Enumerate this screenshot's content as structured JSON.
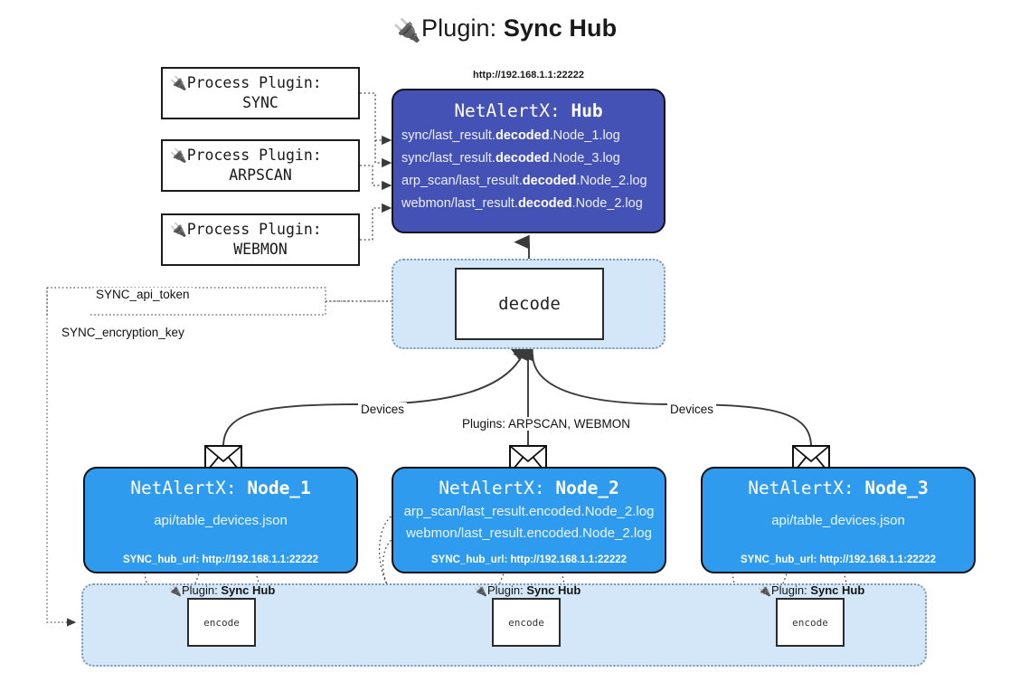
{
  "title": {
    "icon": "electric-plug-icon",
    "lead": "Plugin: ",
    "strong": "Sync Hub"
  },
  "process_plugins": [
    {
      "icon": "electric-plug-icon",
      "line1": "Process Plugin:",
      "line2": "SYNC"
    },
    {
      "icon": "electric-plug-icon",
      "line1": "Process Plugin:",
      "line2": "ARPSCAN"
    },
    {
      "icon": "electric-plug-icon",
      "line1": "Process Plugin:",
      "line2": "WEBMON"
    }
  ],
  "hub": {
    "url": "http://192.168.1.1:22222",
    "title_lead": "NetAlertX: ",
    "title_strong": "Hub",
    "lines": [
      {
        "pre": "sync/last_result.",
        "mid": "decoded",
        "post": ".Node_1.log"
      },
      {
        "pre": "sync/last_result.",
        "mid": "decoded",
        "post": ".Node_3.log"
      },
      {
        "pre": "arp_scan/last_result.",
        "mid": "decoded",
        "post": ".Node_2.log"
      },
      {
        "pre": "webmon/last_result.",
        "mid": "decoded",
        "post": ".Node_2.log"
      }
    ]
  },
  "decode": {
    "label": "decode"
  },
  "secrets": {
    "api_token": "SYNC_api_token",
    "encryption_key": "SYNC_encryption_key"
  },
  "edge_labels": {
    "devices_left": "Devices",
    "devices_right": "Devices",
    "plugins_center": "Plugins: ARPSCAN, WEBMON"
  },
  "nodes": [
    {
      "title_lead": "NetAlertX: ",
      "title_strong": "Node_1",
      "lines": [
        "api/table_devices.json"
      ],
      "footer": "SYNC_hub_url: http://192.168.1.1:22222"
    },
    {
      "title_lead": "NetAlertX: ",
      "title_strong": "Node_2",
      "lines": [
        "arp_scan/last_result.encoded.Node_2.log",
        "webmon/last_result.encoded.Node_2.log"
      ],
      "footer": "SYNC_hub_url: http://192.168.1.1:22222"
    },
    {
      "title_lead": "NetAlertX: ",
      "title_strong": "Node_3",
      "lines": [
        "api/table_devices.json"
      ],
      "footer": "SYNC_hub_url: http://192.168.1.1:22222"
    }
  ],
  "plugin_band": {
    "entries": [
      {
        "icon": "electric-plug-icon",
        "label_lead": "Plugin: ",
        "label_strong": "Sync Hub",
        "box": "encode"
      },
      {
        "icon": "electric-plug-icon",
        "label_lead": "Plugin: ",
        "label_strong": "Sync Hub",
        "box": "encode"
      },
      {
        "icon": "electric-plug-icon",
        "label_lead": "Plugin: ",
        "label_strong": "Sync Hub",
        "box": "encode"
      }
    ]
  },
  "colors": {
    "hub_fill": "#4451b5",
    "node_fill": "#2f9bee",
    "band_fill": "#d3e7f9",
    "band_border": "#7c98b5",
    "outline": "#101013"
  }
}
